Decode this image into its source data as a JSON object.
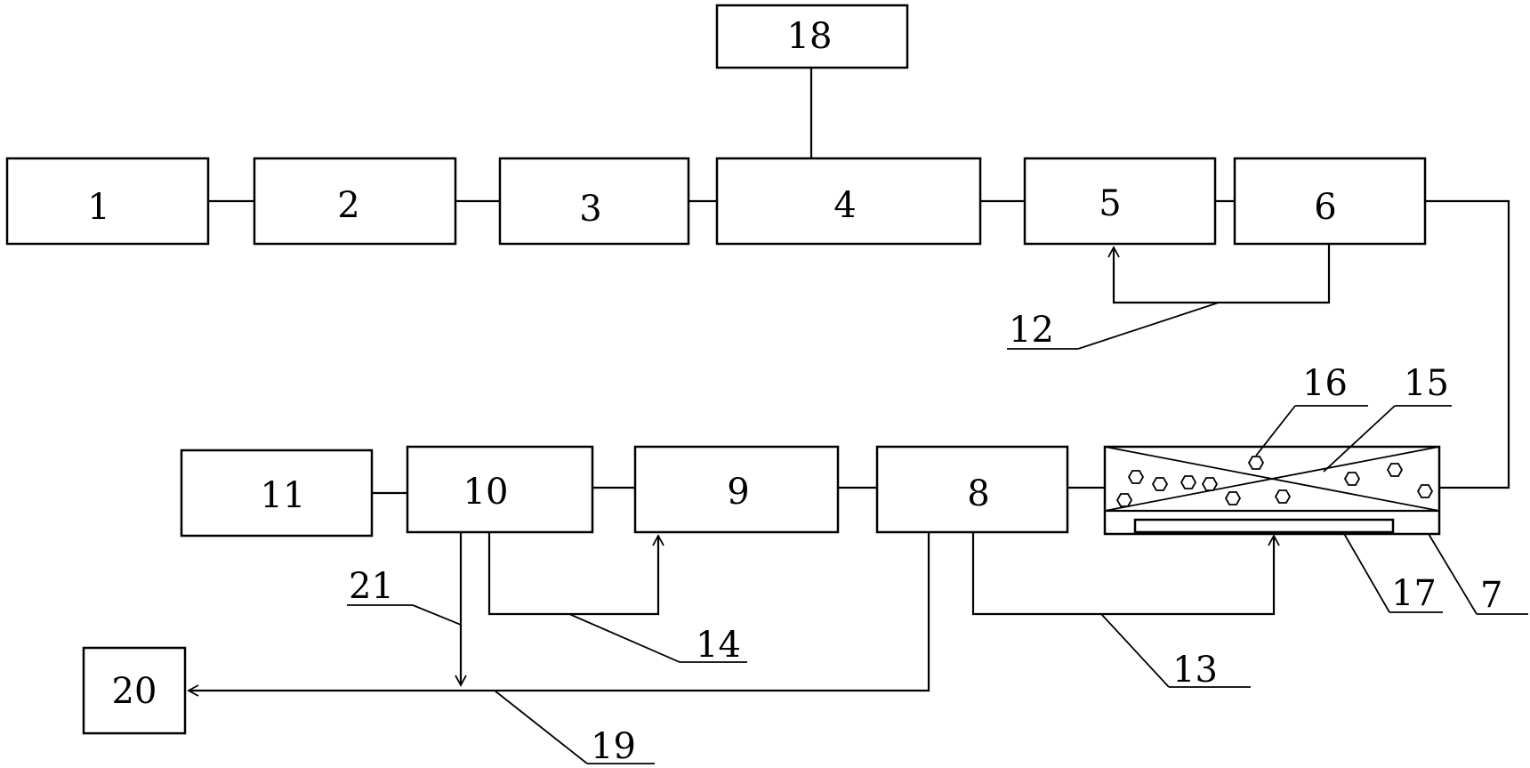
{
  "diagram": {
    "blocks": {
      "b1": "1",
      "b2": "2",
      "b3": "3",
      "b4": "4",
      "b5": "5",
      "b6": "6",
      "b8": "8",
      "b9": "9",
      "b10": "10",
      "b11": "11",
      "b18": "18",
      "b20": "20"
    },
    "callouts": {
      "c7": "7",
      "c12": "12",
      "c13": "13",
      "c14": "14",
      "c15": "15",
      "c16": "16",
      "c17": "17",
      "c19": "19",
      "c21": "21"
    }
  }
}
